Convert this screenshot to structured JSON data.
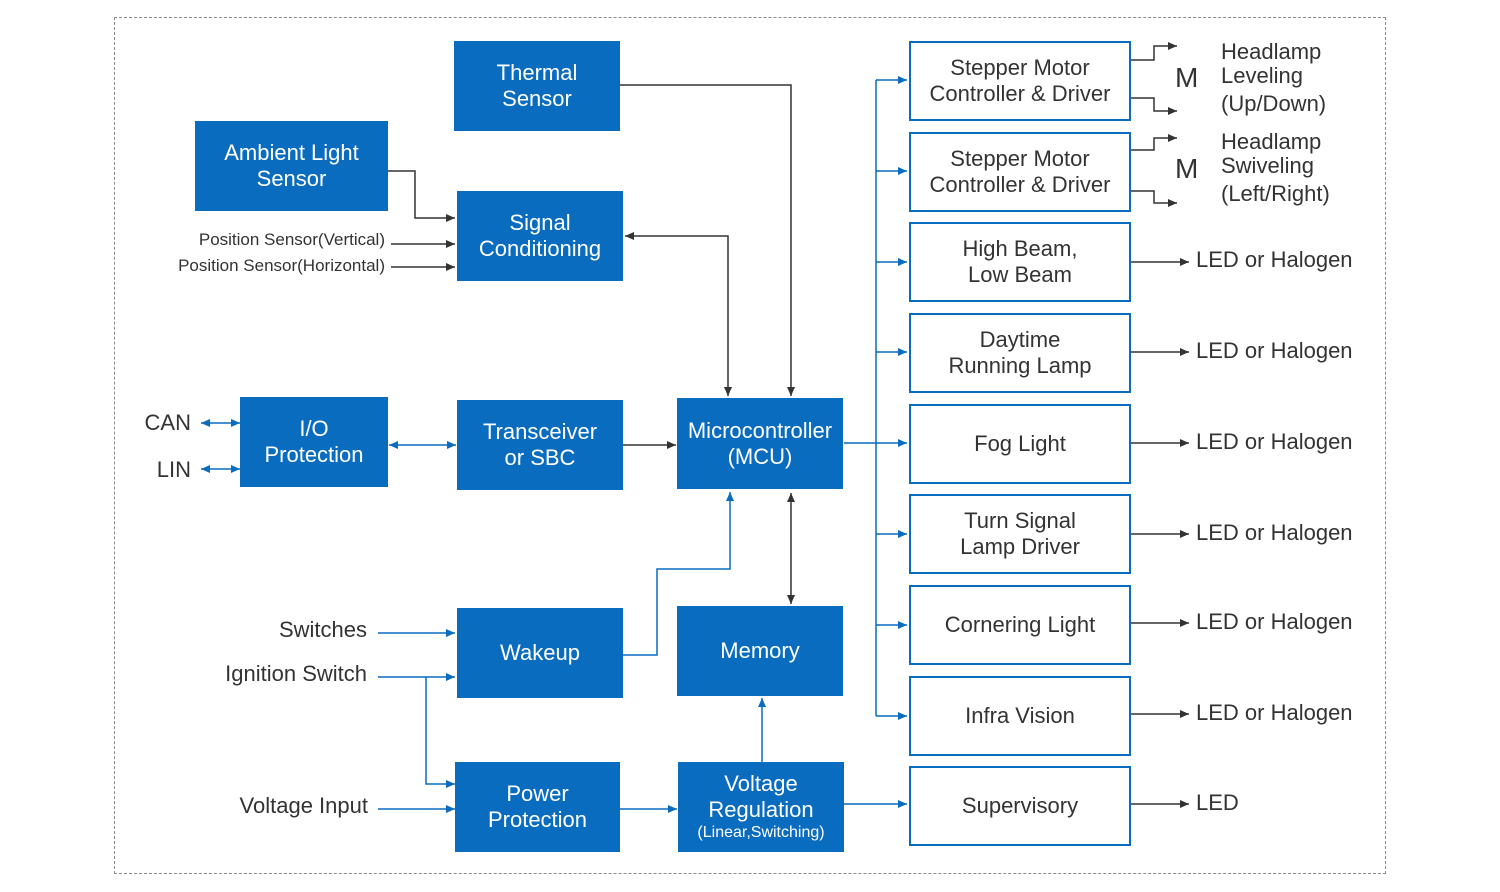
{
  "blocks": {
    "thermal_sensor": [
      "Thermal",
      "Sensor"
    ],
    "ambient_light_sensor": [
      "Ambient Light",
      "Sensor"
    ],
    "signal_conditioning": [
      "Signal",
      "Conditioning"
    ],
    "io_protection": [
      "I/O",
      "Protection"
    ],
    "transceiver": [
      "Transceiver",
      "or SBC"
    ],
    "microcontroller": [
      "Microcontroller",
      "(MCU)"
    ],
    "wakeup": "Wakeup",
    "memory": "Memory",
    "power_protection": [
      "Power",
      "Protection"
    ],
    "voltage_regulation": [
      "Voltage",
      "Regulation"
    ],
    "voltage_regulation_sub": "(Linear,Switching)"
  },
  "inputs": {
    "position_vertical": "Position Sensor(Vertical)",
    "position_horizontal": "Position Sensor(Horizontal)",
    "can": "CAN",
    "lin": "LIN",
    "switches": "Switches",
    "ignition_switch": "Ignition Switch",
    "voltage_input": "Voltage Input"
  },
  "drivers": [
    [
      "Stepper Motor",
      "Controller & Driver"
    ],
    [
      "Stepper Motor",
      "Controller & Driver"
    ],
    [
      "High Beam,",
      "Low Beam"
    ],
    [
      "Daytime",
      "Running Lamp"
    ],
    [
      "Fog Light"
    ],
    [
      "Turn Signal",
      "Lamp Driver"
    ],
    [
      "Cornering Light"
    ],
    [
      "Infra Vision"
    ],
    [
      "Supervisory"
    ]
  ],
  "motor_symbol": "M",
  "outputs": {
    "headlamp_leveling": [
      "Headlamp",
      "Leveling",
      "(Up/Down)"
    ],
    "headlamp_swiveling": [
      "Headlamp",
      "Swiveling",
      "(Left/Right)"
    ],
    "led_or_halogen": "LED or Halogen",
    "led": "LED"
  }
}
